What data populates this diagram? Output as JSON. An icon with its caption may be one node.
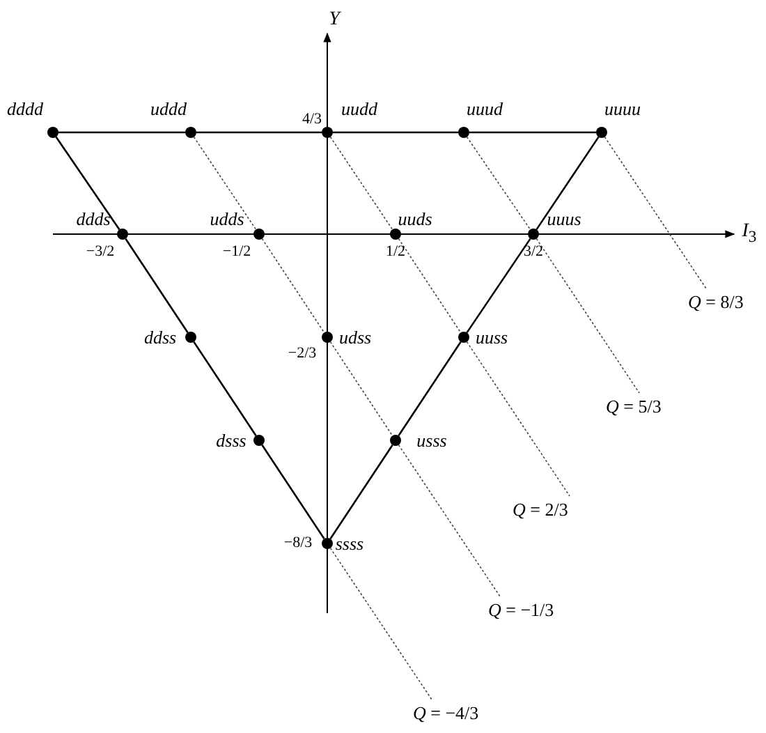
{
  "diagram": {
    "nodes": [
      {
        "text": [
          "dddd"
        ]
      },
      {
        "text": [
          "uddd"
        ]
      },
      {
        "text": [
          "uudd"
        ]
      },
      {
        "text": [
          "uuud"
        ]
      },
      {
        "text": [
          "uuuu"
        ]
      },
      {
        "text": [
          "ddds"
        ]
      },
      {
        "text": [
          "udds"
        ]
      },
      {
        "text": [
          "uuds"
        ]
      },
      {
        "text": [
          "uuus"
        ]
      },
      {
        "text": [
          "ddss"
        ]
      },
      {
        "text": [
          "udss"
        ]
      },
      {
        "text": [
          "uuss"
        ]
      },
      {
        "text": [
          "dsss"
        ]
      },
      {
        "text": [
          "usss"
        ]
      },
      {
        "text": [
          "ssss"
        ]
      },
      {
        "text": [
          "*Q* = 8/3"
        ]
      },
      {
        "text": [
          "*Q* = 5/3"
        ]
      },
      {
        "text": [
          "*Q* = 2/3"
        ]
      },
      {
        "text": [
          "*Q* = −1/3"
        ]
      },
      {
        "text": [
          "*Q* = −4/3"
        ]
      }
    ],
    "edges": [
      {
        "from": 0,
        "to": 1,
        "arrow": "none"
      },
      {
        "from": 1,
        "to": 2,
        "arrow": "none"
      },
      {
        "from": 2,
        "to": 3,
        "arrow": "none"
      },
      {
        "from": 3,
        "to": 4,
        "arrow": "none"
      },
      {
        "from": 0,
        "to": 5,
        "arrow": "none"
      },
      {
        "from": 5,
        "to": 9,
        "arrow": "none"
      },
      {
        "from": 9,
        "to": 12,
        "arrow": "none"
      },
      {
        "from": 12,
        "to": 14,
        "arrow": "none"
      },
      {
        "from": 4,
        "to": 8,
        "arrow": "none"
      },
      {
        "from": 8,
        "to": 11,
        "arrow": "none"
      },
      {
        "from": 11,
        "to": 13,
        "arrow": "none"
      },
      {
        "from": 13,
        "to": 14,
        "arrow": "none"
      },
      {
        "from": 4,
        "to": 15,
        "arrow": "none",
        "style": "dashed"
      },
      {
        "from": 3,
        "to": 8,
        "arrow": "none",
        "style": "dashed"
      },
      {
        "from": 8,
        "to": 16,
        "arrow": "none",
        "style": "dashed"
      },
      {
        "from": 2,
        "to": 7,
        "arrow": "none",
        "style": "dashed"
      },
      {
        "from": 7,
        "to": 11,
        "arrow": "none",
        "style": "dashed"
      },
      {
        "from": 11,
        "to": 17,
        "arrow": "none",
        "style": "dashed"
      },
      {
        "from": 1,
        "to": 6,
        "arrow": "none",
        "style": "dashed"
      },
      {
        "from": 6,
        "to": 10,
        "arrow": "none",
        "style": "dashed"
      },
      {
        "from": 10,
        "to": 13,
        "arrow": "none",
        "style": "dashed"
      },
      {
        "from": 13,
        "to": 18,
        "arrow": "none",
        "style": "dashed"
      },
      {
        "from": 14,
        "to": 19,
        "arrow": "none",
        "style": "dashed"
      }
    ],
    "labels": [
      "*Y*",
      "4/3",
      "*I*$_{3}$",
      "−3/2",
      "−1/2",
      "1/2",
      "3/2",
      "−2/3",
      "−8/3"
    ]
  }
}
